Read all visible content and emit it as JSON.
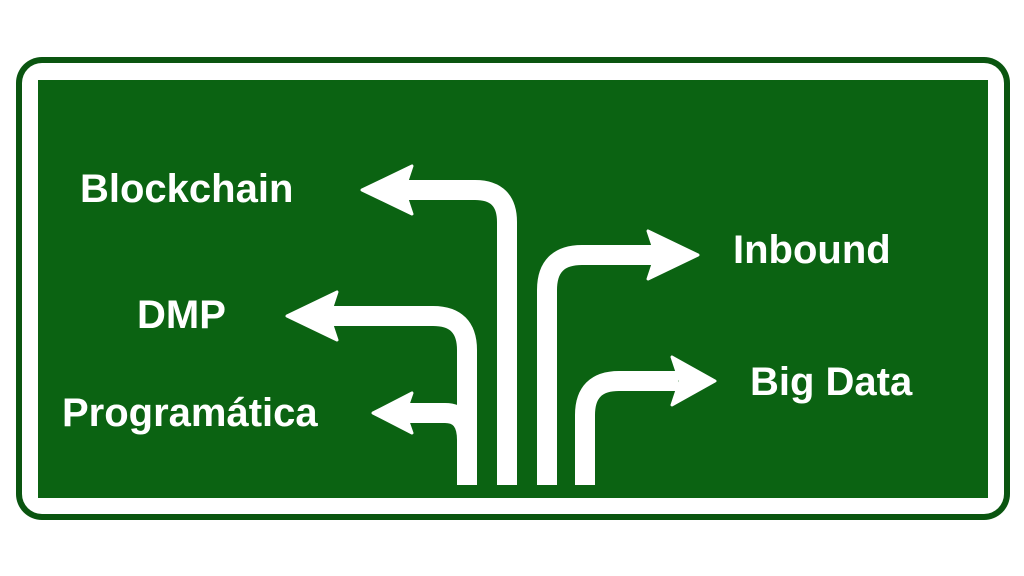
{
  "sign": {
    "colors": {
      "background": "#0b6312",
      "border": "#ffffff",
      "outer_edge": "#0a4f10",
      "text": "#ffffff"
    },
    "left_destinations": [
      {
        "label": "Blockchain",
        "icon": "arrow-left-icon"
      },
      {
        "label": "DMP",
        "icon": "arrow-left-icon"
      },
      {
        "label": "Programática",
        "icon": "arrow-left-icon"
      }
    ],
    "right_destinations": [
      {
        "label": "Inbound",
        "icon": "arrow-right-icon"
      },
      {
        "label": "Big Data",
        "icon": "arrow-right-icon"
      }
    ]
  }
}
